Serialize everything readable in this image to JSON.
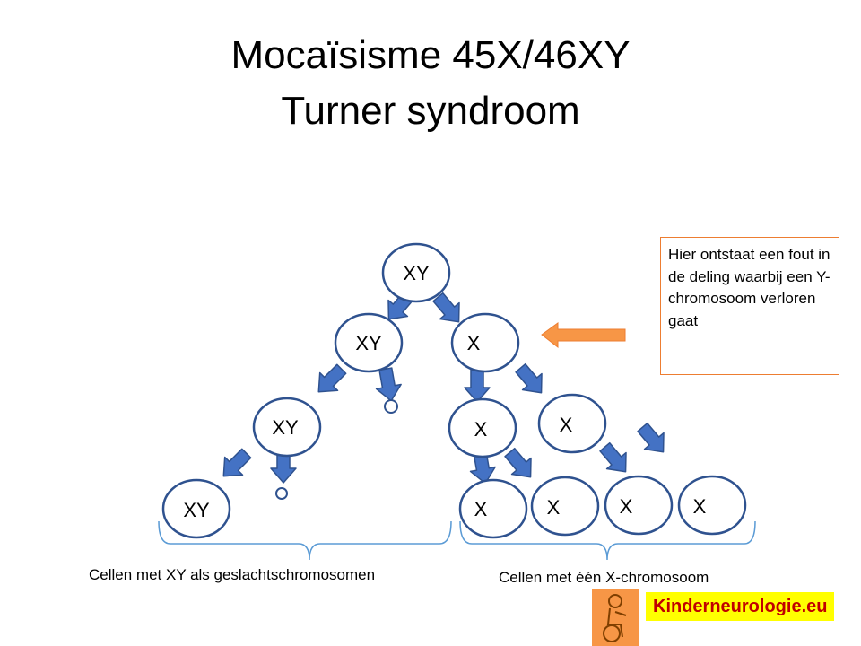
{
  "title": {
    "line1": "Mocaïsisme 45X/46XY",
    "line2": "Turner syndroom"
  },
  "cells": [
    {
      "label": "XY"
    },
    {
      "label": "XY"
    },
    {
      "label": "X"
    },
    {
      "label": "XY"
    },
    {
      "label": "X"
    },
    {
      "label": "X"
    },
    {
      "label": "XY"
    },
    {
      "label": "X"
    },
    {
      "label": "X"
    },
    {
      "label": "X"
    },
    {
      "label": "X"
    }
  ],
  "note": "Hier ontstaat een fout in de deling waarbij een Y-chromosoom verloren gaat",
  "captions": {
    "left": "Cellen met XY als geslachtschromosomen",
    "right": "Cellen met één X-chromosoom"
  },
  "logo": {
    "text": "Kinderneurologie.eu"
  },
  "colors": {
    "arrow_fill": "#4472c4",
    "arrow_stroke": "#2f528f",
    "cell_stroke": "#2f528f",
    "note_border": "#ed7d31",
    "orange_arrow": "#f79646",
    "brace": "#5b9bd5",
    "logo_bg": "#ffff00",
    "logo_text": "#c00000"
  }
}
